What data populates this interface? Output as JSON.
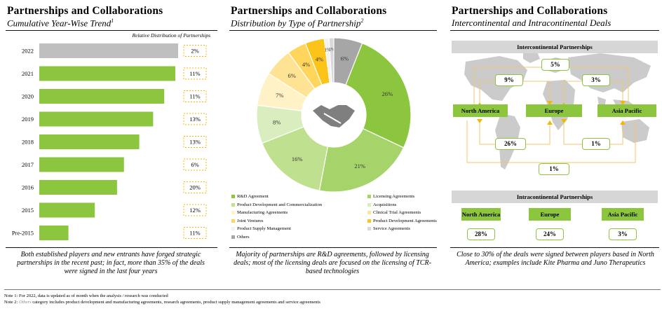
{
  "panel1": {
    "title": "Partnerships and Collaborations",
    "subtitle": "Cumulative Year-Wise Trend",
    "subtitle_sup": "1",
    "relative_label": "Relative Distribution of Partnerships",
    "caption": "Both established players and new entrants have forged strategic partnerships in the recent past; in fact, more than 35% of the deals were signed in the last four years"
  },
  "panel2": {
    "title": "Partnerships and Collaborations",
    "subtitle": "Distribution by Type of Partnership",
    "subtitle_sup": "2",
    "caption": "Majority of partnerships are R&D agreements, followed by licensing deals; most of the licensing deals are focused on the licensing of TCR-based technologies",
    "icon": "handshake-icon"
  },
  "panel3": {
    "title": "Partnerships and Collaborations",
    "subtitle": "Intercontinental and Intracontinental Deals",
    "inter_label": "Intercontinental Partnerships",
    "intra_label": "Intracontinental Partnerships",
    "regions": [
      "North America",
      "Europe",
      "Asia Pacific"
    ],
    "inter_values": {
      "eu_ap_top": "5%",
      "na_eu": "9%",
      "eu_ap": "3%",
      "na_eu_bottom": "26%",
      "eu_ap_bottom": "1%",
      "na_ap": "1%"
    },
    "intra_values": [
      "28%",
      "24%",
      "3%"
    ],
    "caption": "Close to 30% of the deals were signed between players based in North America; examples include Kite Pharma and Juno Therapeutics"
  },
  "notes": {
    "note1": "Note 1: For 2022, data is updated as of month when the analysis / research was conducted",
    "note2_prefix": "Note 2: ",
    "note2_highlight": "Others",
    "note2_rest": " category includes product development and manufacturing agreements, research agreements, product supply management agreements and service agreements"
  },
  "colors": {
    "green": "#8cc63f",
    "gray": "#bfbfbf",
    "band_gray": "#d6d6d6",
    "map_gray": "#c9c9c9",
    "arrow_gold": "#f2b705"
  },
  "chart_data": [
    {
      "type": "bar",
      "orientation": "horizontal",
      "categories": [
        "2022",
        "2021",
        "2020",
        "2019",
        "2018",
        "2017",
        "2016",
        "2015",
        "Pre-2015"
      ],
      "values": [
        100,
        98,
        90,
        82,
        72,
        61,
        56,
        40,
        21
      ],
      "value_labels": [
        "2%",
        "11%",
        "11%",
        "13%",
        "13%",
        "6%",
        "20%",
        "12%",
        "11%"
      ],
      "bar_colors": [
        "#bfbfbf",
        "#8cc63f",
        "#8cc63f",
        "#8cc63f",
        "#8cc63f",
        "#8cc63f",
        "#8cc63f",
        "#8cc63f",
        "#8cc63f"
      ],
      "grid": false
    },
    {
      "type": "pie",
      "style": "donut",
      "slices": [
        {
          "label": "R&D Agreement",
          "value": 26,
          "text": "26%",
          "color": "#8cc63f"
        },
        {
          "label": "Licensing Agreements",
          "value": 21,
          "text": "21%",
          "color": "#a6d46a"
        },
        {
          "label": "Product Development and Commercialization",
          "value": 16,
          "text": "16%",
          "color": "#bfe08e"
        },
        {
          "label": "Acquisitions",
          "value": 8,
          "text": "8%",
          "color": "#d9edbf"
        },
        {
          "label": "Manufacturing Agreements",
          "value": 7,
          "text": "7%",
          "color": "#fff2c6"
        },
        {
          "label": "Clinical Trial Agreements",
          "value": 6,
          "text": "6%",
          "color": "#ffe394"
        },
        {
          "label": "Joint Ventures",
          "value": 4,
          "text": "4%",
          "color": "#ffd55c"
        },
        {
          "label": "Product Development Agreements",
          "value": 4,
          "text": "4%",
          "color": "#fcc419"
        },
        {
          "label": "Product Supply Management",
          "value": 1,
          "text": "1%",
          "color": "#f2f2f2"
        },
        {
          "label": "Service Agreements",
          "value": 1,
          "text": "1%",
          "color": "#d9d9d9"
        },
        {
          "label": "Others",
          "value": 6,
          "text": "6%",
          "color": "#a6a6a6"
        }
      ],
      "legend_placement": "bottom"
    }
  ]
}
